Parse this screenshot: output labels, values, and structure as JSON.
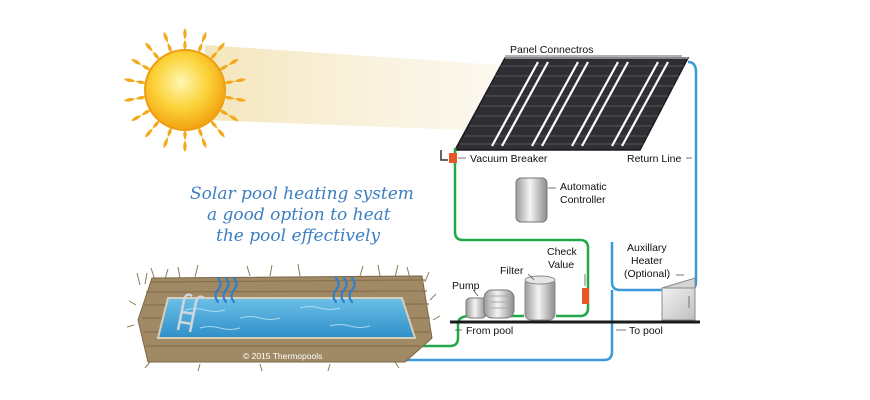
{
  "tagline": {
    "line1": "Solar pool heating system",
    "line2": "a good option to heat",
    "line3": "the pool effectively"
  },
  "labels": {
    "panel_connectors": "Panel Connectros",
    "vacuum_breaker": "Vacuum Breaker",
    "return_line": "Return Line",
    "automatic_controller_1": "Automatic",
    "automatic_controller_2": "Controller",
    "auxiliary_heater_1": "Auxillary",
    "auxiliary_heater_2": "Heater",
    "auxiliary_heater_3": "(Optional)",
    "check_valve_1": "Check",
    "check_valve_2": "Value",
    "filter": "Filter",
    "pump": "Pump",
    "from_pool": "From pool",
    "to_pool": "To pool"
  },
  "copyright": "© 2015 Thermopools",
  "colors": {
    "supply_pipe": "#22a84a",
    "return_pipe": "#3a9ad9",
    "sun": "#f6b416",
    "water": "#4aa8da",
    "panel": "#2e2e33",
    "valve": "#e8562a"
  }
}
